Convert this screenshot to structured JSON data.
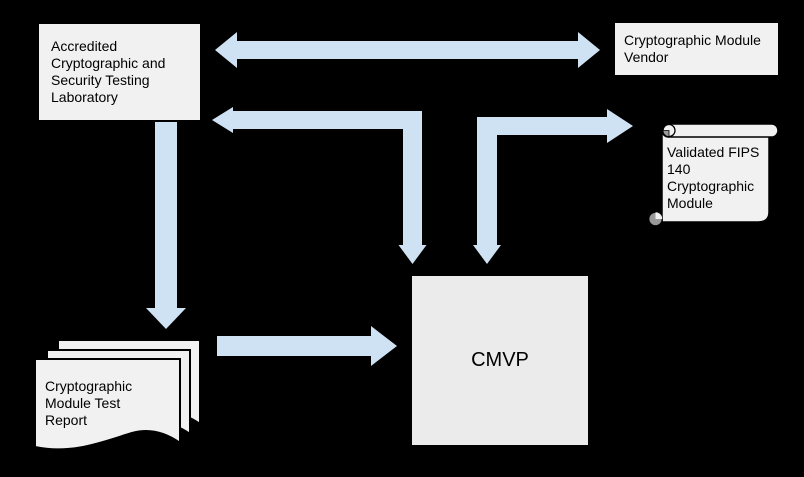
{
  "diagram": {
    "title": "FIPS 140 cryptographic module validation flow",
    "background_color": "#000000",
    "colors": {
      "arrow_fill": "#cfe2f3",
      "box_fill": "#f1f1f1",
      "cmvp_fill": "#ebebeb",
      "border": "#000000",
      "scroll_curl": "#999999",
      "text": "#000000"
    },
    "nodes": {
      "lab": {
        "label": "Accredited Cryptographic and Security Testing Laboratory",
        "shape": "rectangle"
      },
      "vendor": {
        "label": "Cryptographic Module Vendor",
        "shape": "rectangle"
      },
      "cmvp": {
        "label": "CMVP",
        "shape": "rectangle"
      },
      "validated_module": {
        "label": "Validated FIPS 140 Cryptographic Module",
        "shape": "vertical-scroll"
      },
      "test_report": {
        "label": "Cryptographic Module Test Report",
        "shape": "document-stack"
      }
    },
    "edges": [
      {
        "from": "lab",
        "to": "vendor",
        "bidirectional": true,
        "path": "straight-horizontal"
      },
      {
        "from": "cmvp",
        "to": "lab",
        "bidirectional": true,
        "path": "elbow"
      },
      {
        "from": "cmvp",
        "to": "validated_module",
        "bidirectional": true,
        "path": "elbow"
      },
      {
        "from": "lab",
        "to": "test_report",
        "bidirectional": false,
        "path": "straight-vertical"
      },
      {
        "from": "test_report",
        "to": "cmvp",
        "bidirectional": false,
        "path": "straight-horizontal"
      }
    ]
  }
}
